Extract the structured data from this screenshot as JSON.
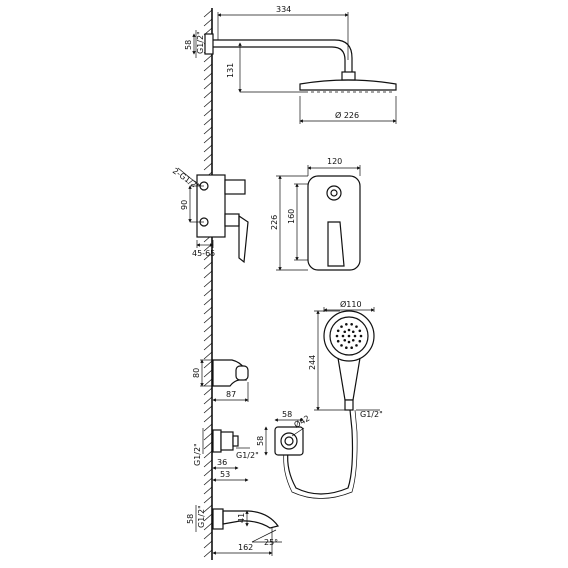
{
  "dims": {
    "top_width": "334",
    "top_drop": "131",
    "top_head_diameter": "Ø 226",
    "top_wall_depth": "58",
    "top_thread": "G1/2\"",
    "mixer_thread": "2-G1/2\"",
    "mixer_spacing": "90",
    "mixer_depth": "45-65",
    "plate_width": "120",
    "plate_height": "226",
    "plate_inner": "160",
    "hand_diameter": "Ø110",
    "hand_length": "244",
    "hand_thread": "G1/2\"",
    "holder_height": "80",
    "holder_depth": "87",
    "elbow_width": "58",
    "elbow_height": "58",
    "elbow_hole": "Ø42",
    "elbow_side_thread": "G1/2\"",
    "elbow_thread_right": "G1/2\"",
    "elbow_depth_a": "36",
    "elbow_depth_b": "53",
    "spout_wall": "58",
    "spout_thread": "G1/2\"",
    "spout_height": "41",
    "spout_length": "162",
    "spout_angle": "25°"
  }
}
